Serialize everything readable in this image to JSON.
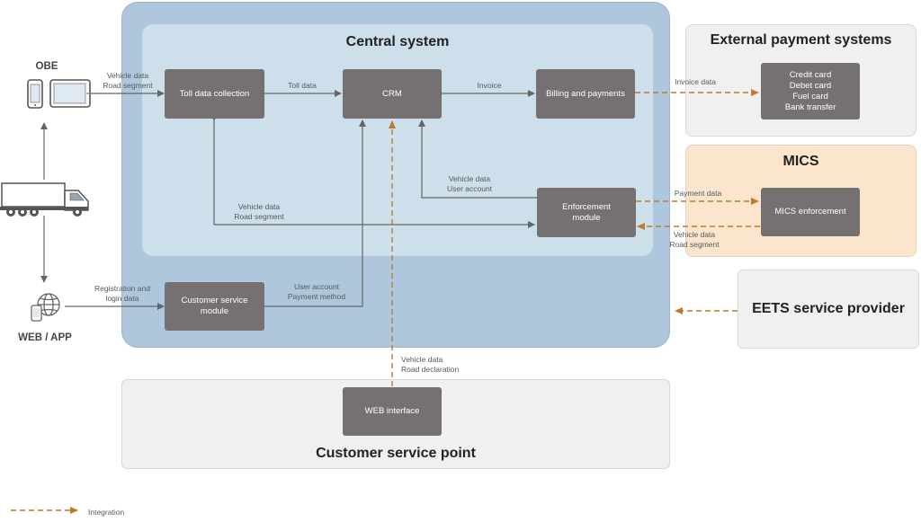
{
  "regions": {
    "central": "Central system",
    "external": "External payment systems",
    "mics": "MICS",
    "eets": "EETS service provider",
    "csp": "Customer service point"
  },
  "actors": {
    "obe": "OBE",
    "web": "WEB / APP"
  },
  "boxes": {
    "toll": "Toll data collection",
    "crm": "CRM",
    "billing": "Billing and payments",
    "enforcement": "Enforcement\nmodule",
    "customer_service": "Customer service\nmodule",
    "payment_methods": "Credit card\nDebet card\nFuel card\nBank transfer",
    "mics_enforcement": "MICS enforcement",
    "web_interface": "WEB interface"
  },
  "labels": {
    "obe_to_toll": "Vehicle data\nRoad segment",
    "toll_to_crm": "Toll data",
    "crm_to_billing": "Invoice",
    "billing_to_ext": "Invoice data",
    "crm_enf": "Vehicle data\nUser account",
    "toll_enf": "Vehicle data\nRoad segment",
    "enf_to_mics": "Payment data",
    "mics_to_enf": "Vehicle data\nRoad segment",
    "web_to_cs": "Registration and\nlogin data",
    "cs_to_crm": "User account\nPayment method",
    "webif_to_crm": "Vehicle data\nRoad declaration"
  },
  "legend": {
    "integration": "Integration"
  },
  "colors": {
    "box": "#757170",
    "arrow": "#666666",
    "integration": "#c07a2c"
  },
  "icons": [
    "phone-icon",
    "tablet-icon",
    "truck-icon",
    "globe-icon"
  ]
}
